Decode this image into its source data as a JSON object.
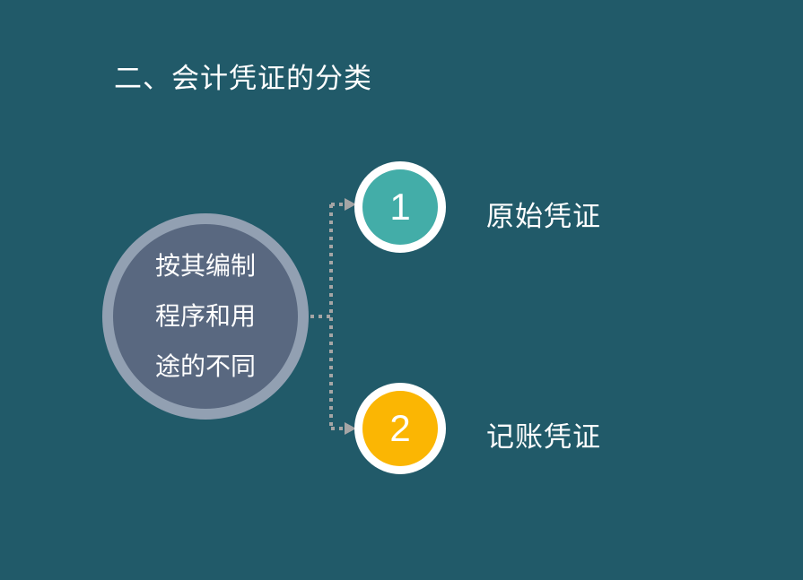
{
  "title": "二、会计凭证的分类",
  "center_node": {
    "lines": [
      "按其编制",
      "程序和用",
      "途的不同"
    ],
    "outer_color": "#92a0b2",
    "inner_color": "#596880"
  },
  "branches": [
    {
      "number": "1",
      "label": "原始凭证",
      "color": "#43ada8"
    },
    {
      "number": "2",
      "label": "记账凭证",
      "color": "#fbb603"
    }
  ],
  "colors": {
    "background": "#215a69",
    "connector": "#a5a5a5"
  }
}
